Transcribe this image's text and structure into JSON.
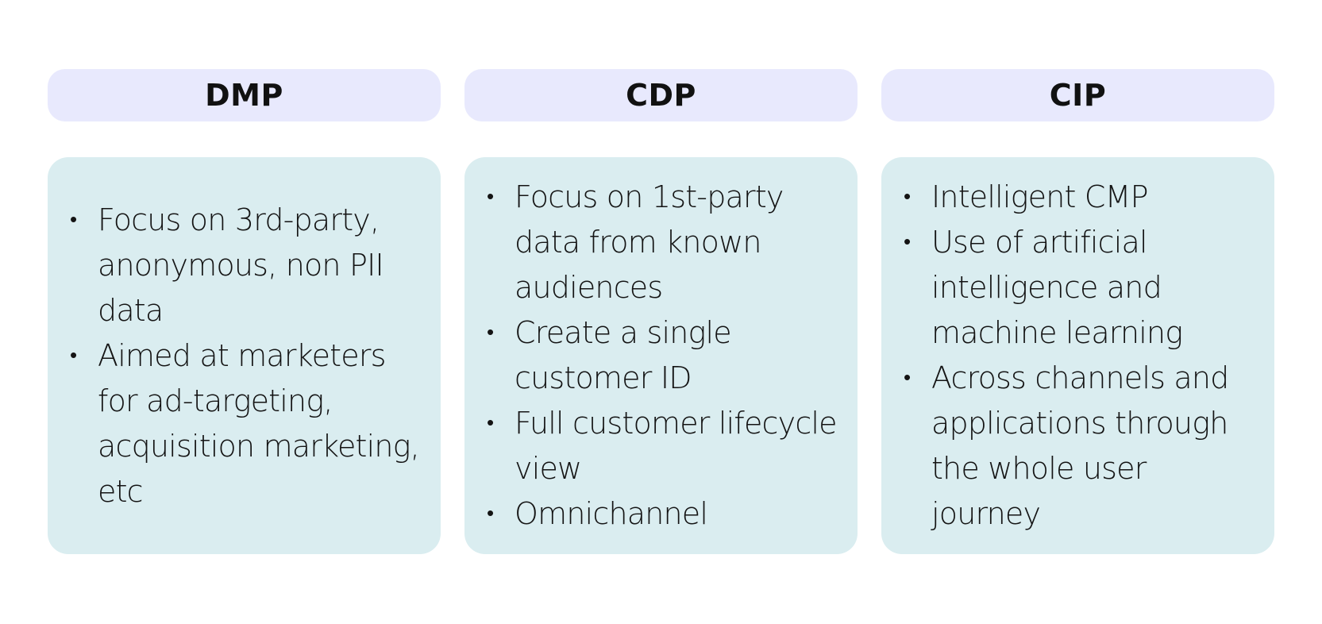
{
  "columns": [
    {
      "title": "DMP",
      "bullets": [
        "Focus on 3rd-party, anonymous, non PII data",
        "Aimed at marketers for ad-targeting, acquisition marketing, etc"
      ]
    },
    {
      "title": "CDP",
      "bullets": [
        "Focus on 1st-party data from known audiences",
        "Create a single customer ID",
        "Full customer lifecycle view",
        "Omnichannel"
      ]
    },
    {
      "title": "CIP",
      "bullets": [
        "Intelligent CMP",
        "Use of artificial intelligence and machine learning",
        "Across channels and applications through the whole user journey"
      ]
    }
  ],
  "colors": {
    "header_bg": "#e8e9fd",
    "body_bg": "#daedf0",
    "text": "#141414"
  }
}
